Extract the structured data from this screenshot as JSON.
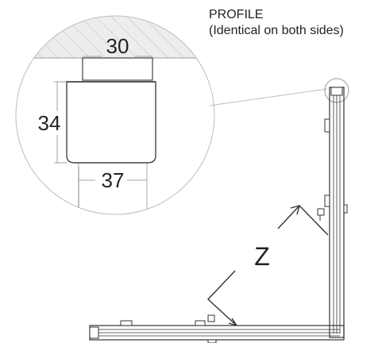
{
  "caption": {
    "title": "PROFILE",
    "subtitle": "(Identical on both sides)"
  },
  "detail": {
    "top_width": "30",
    "height": "34",
    "bottom_width": "37"
  },
  "corner_label": "Z",
  "colors": {
    "line": "#333333",
    "hatch": "#c8c8c8",
    "wall": "#ececec"
  }
}
